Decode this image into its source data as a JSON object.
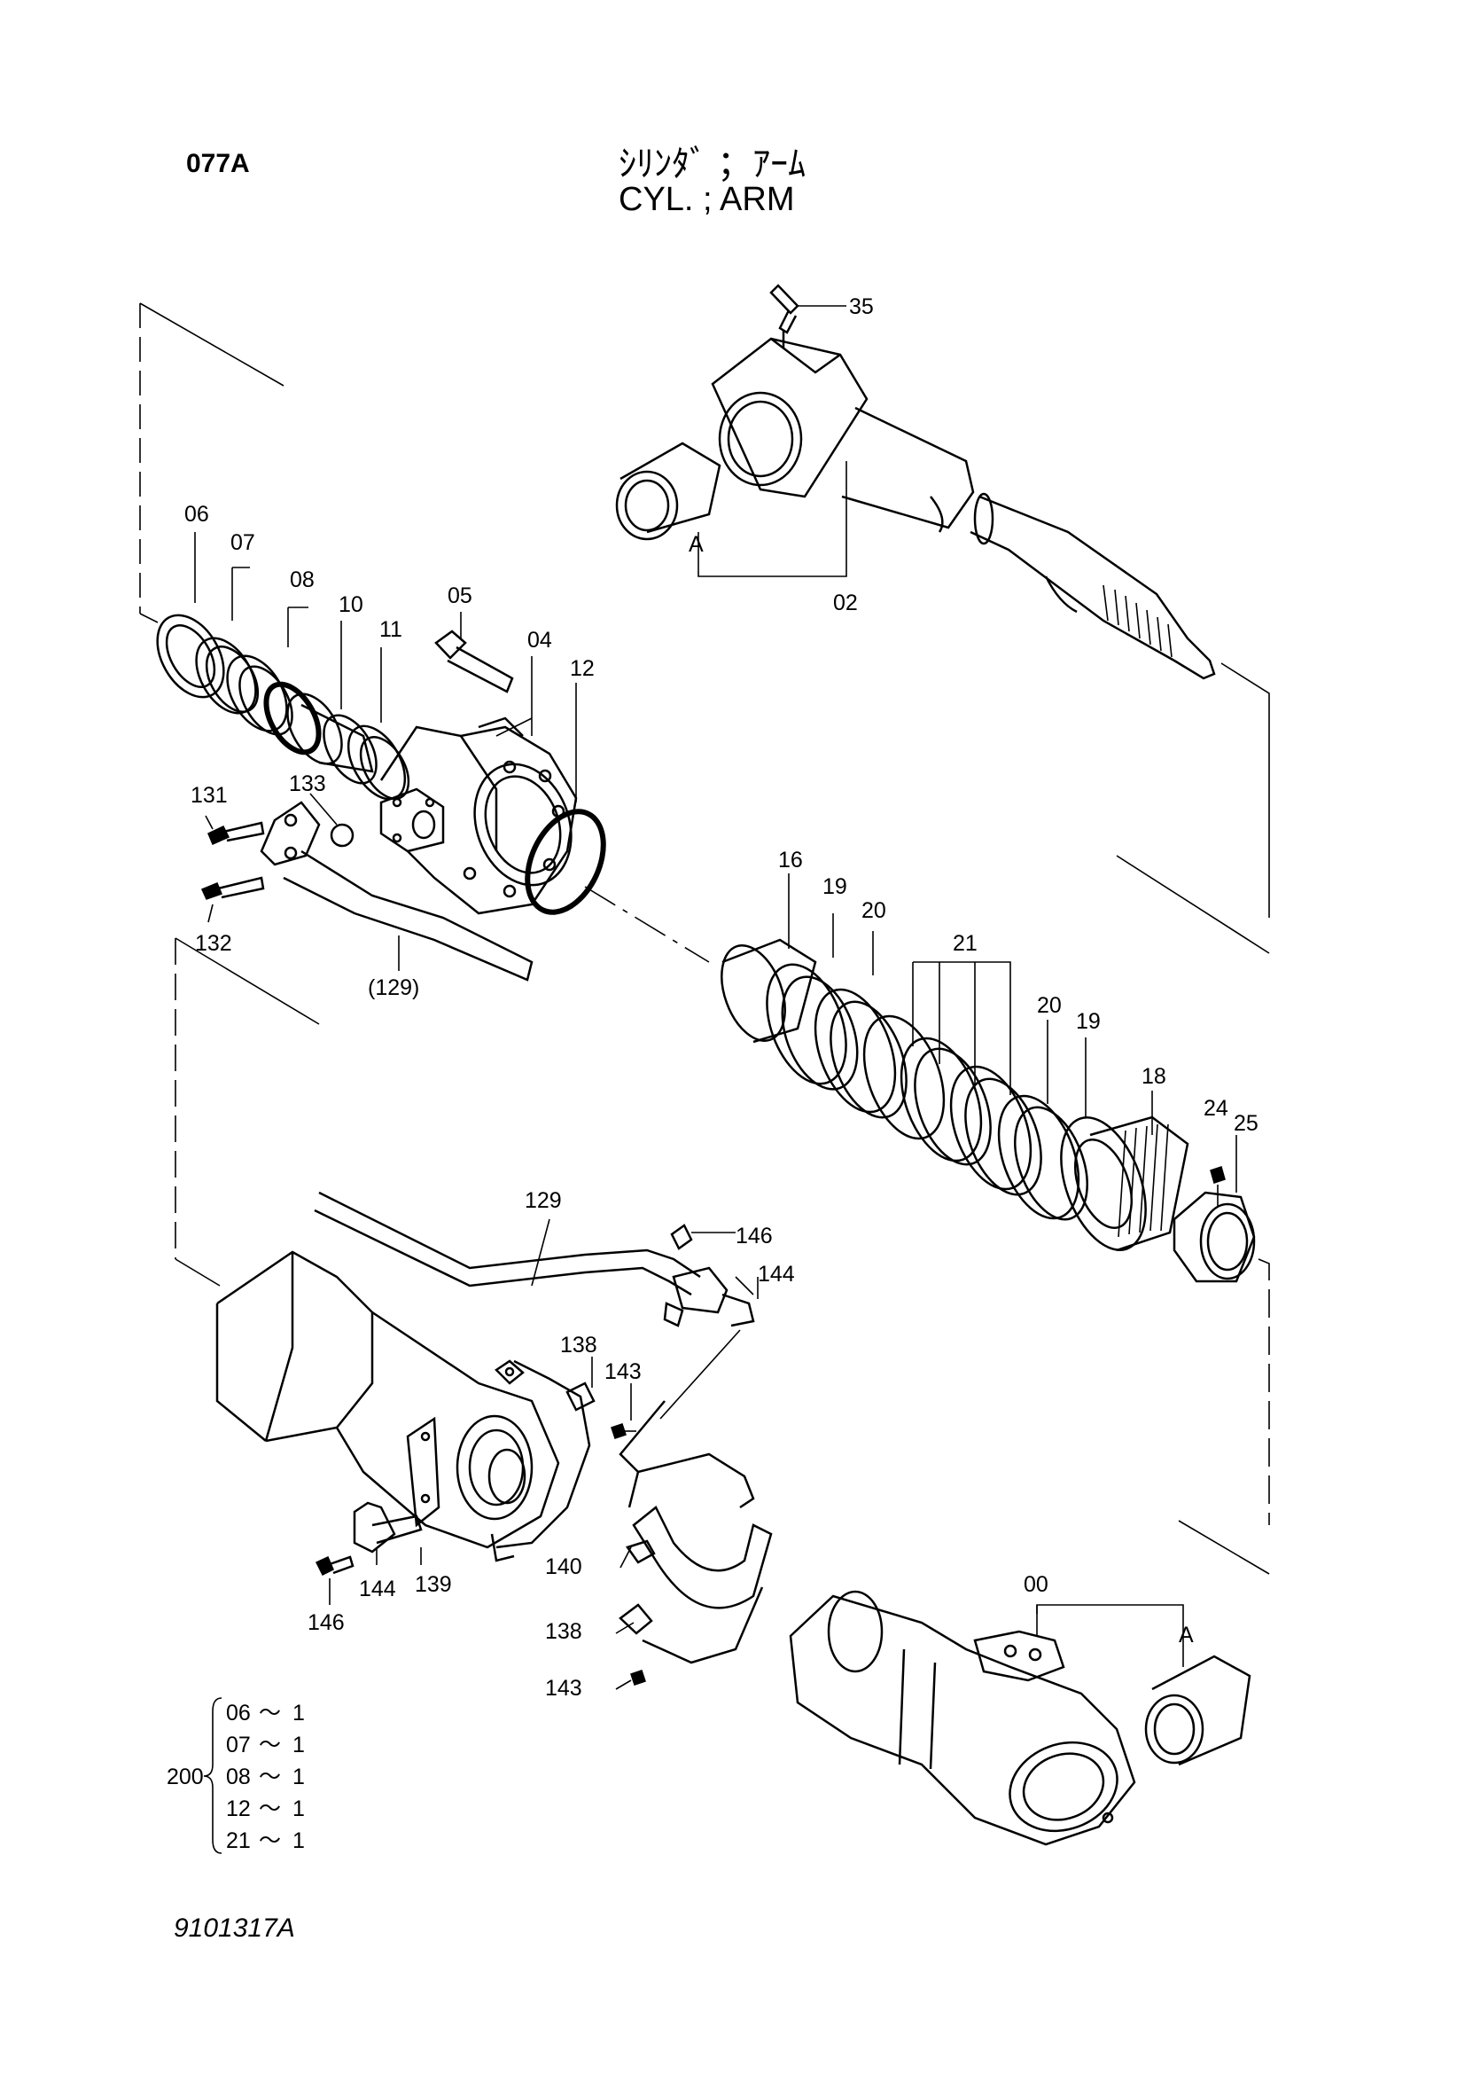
{
  "header": {
    "page_code": "077A",
    "title_jp": "ｼﾘﾝﾀﾞ ；ｱｰﾑ",
    "title_en": "CYL. ; ARM"
  },
  "callouts": {
    "c35": "35",
    "c02": "02",
    "cA_top": "A",
    "c06": "06",
    "c07": "07",
    "c08": "08",
    "c10": "10",
    "c11": "11",
    "c05": "05",
    "c04": "04",
    "c12": "12",
    "c131": "131",
    "c133": "133",
    "c132": "132",
    "c129_ref": "(129)",
    "c16": "16",
    "c19a": "19",
    "c20a": "20",
    "c21": "21",
    "c20b": "20",
    "c19b": "19",
    "c18": "18",
    "c24": "24",
    "c25": "25",
    "c129": "129",
    "c146a": "146",
    "c144a": "144",
    "c138a": "138",
    "c143a": "143",
    "c139": "139",
    "c144b": "144",
    "c146b": "146",
    "c140": "140",
    "c138b": "138",
    "c143b": "143",
    "c00": "00",
    "cA_bottom": "A"
  },
  "kit": {
    "number": "200",
    "items": [
      {
        "part": "06",
        "qty": "1"
      },
      {
        "part": "07",
        "qty": "1"
      },
      {
        "part": "08",
        "qty": "1"
      },
      {
        "part": "12",
        "qty": "1"
      },
      {
        "part": "21",
        "qty": "1"
      }
    ],
    "separator": "～"
  },
  "footer": {
    "drawing_number": "9101317A"
  }
}
